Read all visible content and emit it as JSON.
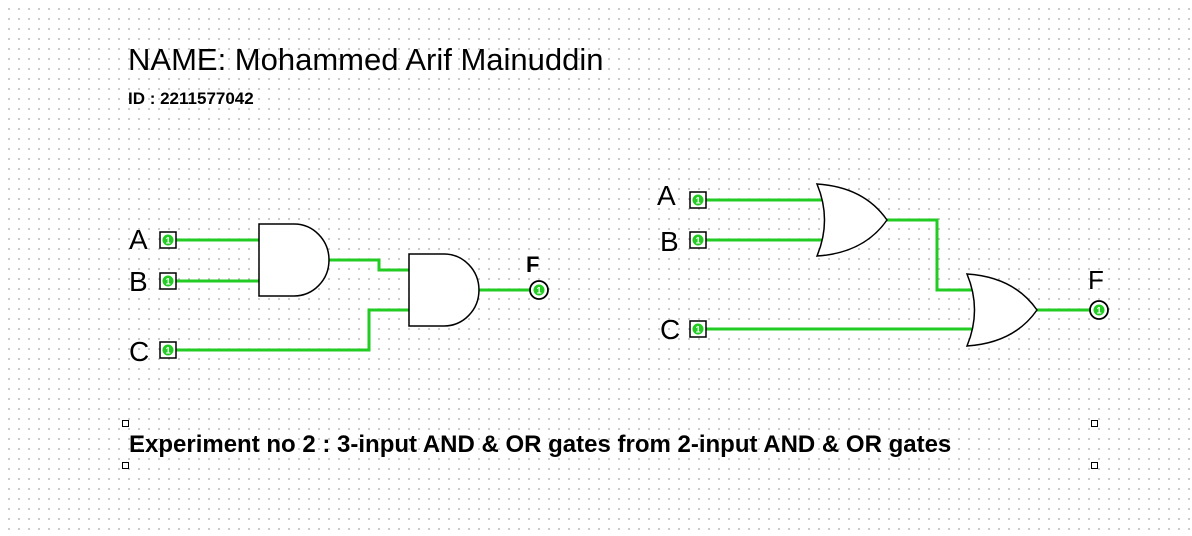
{
  "header": {
    "name_label": "NAME: Mohammed Arif Mainuddin",
    "id_label": "ID : 2211577042"
  },
  "caption": "Experiment no 2 : 3-input AND & OR gates from 2-input AND & OR gates",
  "and_circuit": {
    "inputs": [
      "A",
      "B",
      "C"
    ],
    "output": "F",
    "input_values": [
      "1",
      "1",
      "1"
    ],
    "output_value": "1"
  },
  "or_circuit": {
    "inputs": [
      "A",
      "B",
      "C"
    ],
    "output": "F",
    "input_values": [
      "1",
      "1",
      "1"
    ],
    "output_value": "1"
  },
  "colors": {
    "wire": "#22cc22",
    "pin": "#22cc22",
    "background": "#ffffff",
    "grid_dot": "#a8a8a8"
  }
}
